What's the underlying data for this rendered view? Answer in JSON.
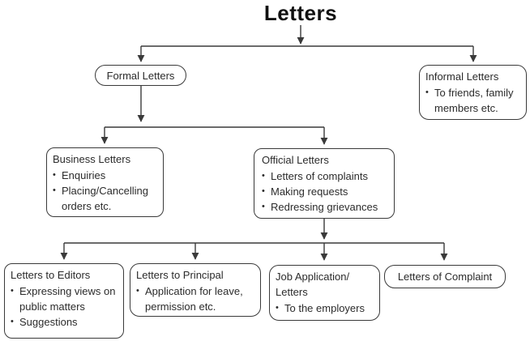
{
  "title": "Letters",
  "bullet_char": "•",
  "colors": {
    "line": "#3a3a3a",
    "border": "#3a3a3a",
    "text": "#2b2b2b",
    "background": "#ffffff"
  },
  "nodes": {
    "formal": {
      "title": "Formal Letters",
      "bullets": []
    },
    "informal": {
      "title": "Informal Letters",
      "bullets": [
        "To friends, family members etc."
      ]
    },
    "business": {
      "title": "Business Letters",
      "bullets": [
        "Enquiries",
        "Placing/Cancelling orders etc."
      ]
    },
    "official": {
      "title": "Official Letters",
      "bullets": [
        "Letters of complaints",
        "Making requests",
        "Redressing grievances"
      ]
    },
    "editors": {
      "title": "Letters to Editors",
      "bullets": [
        "Expressing views on public matters",
        "Suggestions"
      ]
    },
    "principal": {
      "title": "Letters to Principal",
      "bullets": [
        "Application for leave, permission etc."
      ]
    },
    "job": {
      "title": "Job Application/ Letters",
      "bullets": [
        "To the employers"
      ]
    },
    "complaint": {
      "title": "Letters of Complaint",
      "bullets": []
    }
  }
}
